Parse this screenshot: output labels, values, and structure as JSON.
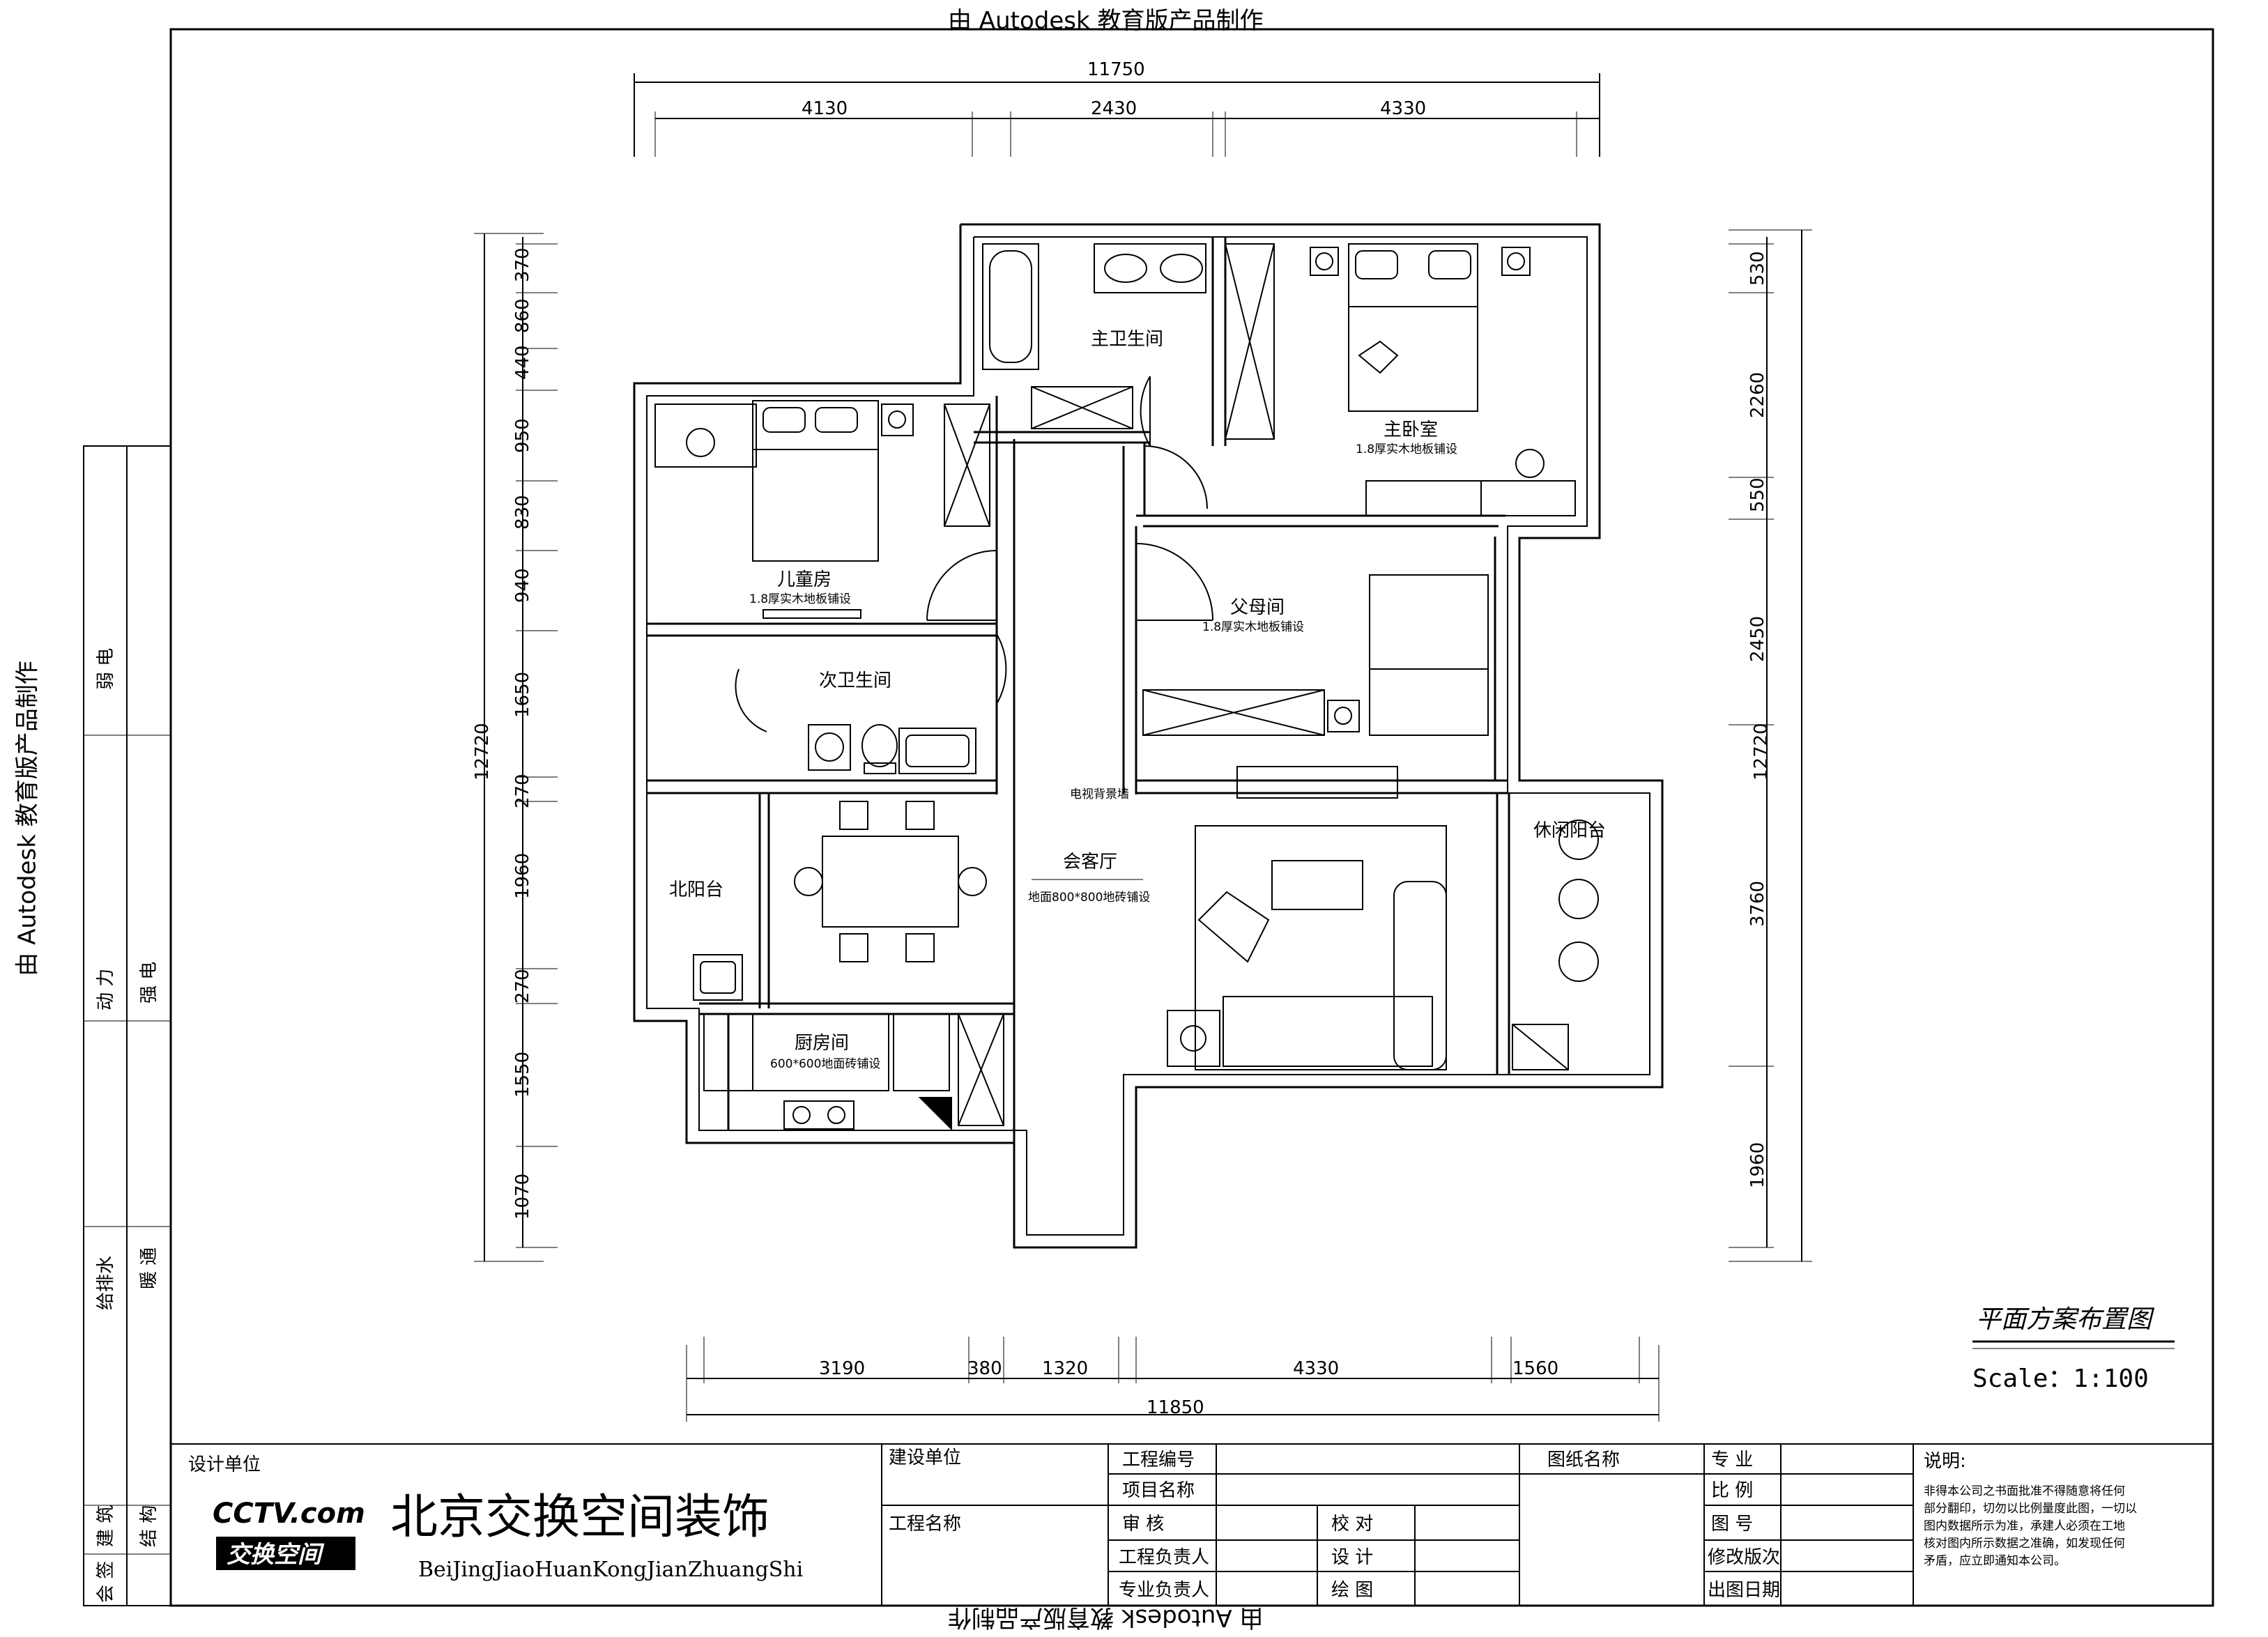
{
  "watermark": "由 Autodesk 教育版产品制作",
  "dimensions": {
    "top_total": "11750",
    "top": [
      "4130",
      "2430",
      "4330"
    ],
    "bottom_total": "11850",
    "bottom": [
      "3190",
      "380",
      "1320",
      "4330",
      "1560"
    ],
    "left_total": "12720",
    "left": [
      "370",
      "860",
      "440",
      "950",
      "830",
      "940",
      "1650",
      "270",
      "1960",
      "270",
      "1550",
      "1070"
    ],
    "right_total": "12720",
    "right": [
      "530",
      "2260",
      "550",
      "2450",
      "3760",
      "1960"
    ]
  },
  "rooms": {
    "master_bath": "主卫生间",
    "master_bed": "主卧室",
    "master_bed_floor": "1.8厚实木地板铺设",
    "kids_room": "儿童房",
    "kids_floor": "1.8厚实木地板铺设",
    "parents_room": "父母间",
    "parents_floor": "1.8厚实木地板铺设",
    "second_bath": "次卫生间",
    "tv_wall": "电视背景墙",
    "living": "会客厅",
    "living_floor": "地面800*800地砖铺设",
    "leisure_balcony": "休闲阳台",
    "north_balcony": "北阳台",
    "kitchen": "厨房间",
    "kitchen_floor": "600*600地面砖铺设"
  },
  "plan_title": "平面方案布置图",
  "scale": "Scale：1:100",
  "side_disciplines": [
    "弱 电",
    "动 力",
    "强 电",
    "给排水",
    "暖 通",
    "建 筑",
    "结 构",
    "会 签"
  ],
  "title_block": {
    "design_unit_label": "设计单位",
    "logo_text": "CCTV.com",
    "logo_sub": "交换空间",
    "company_cn": "北京交换空间装饰",
    "company_en": "BeiJingJiaoHuanKongJianZhuangShi",
    "construction_unit": "建设单位",
    "project_name": "工程名称",
    "project_no": "工程编号",
    "item_name": "项目名称",
    "review": "审 核",
    "check": "校 对",
    "engineer": "工程负责人",
    "design": "设 计",
    "specialist": "专业负责人",
    "draw": "绘 图",
    "drawing_name": "图纸名称",
    "specialty": "专 业",
    "ratio": "比 例",
    "drawing_no": "图 号",
    "revision": "修改版次",
    "issue_date": "出图日期",
    "notes_label": "说明:",
    "notes": [
      "非得本公司之书面批准不得随意将任何",
      "部分翻印，切勿以比例量度此图，一切以",
      "图内数据所示为准，承建人必须在工地",
      "核对图内所示数据之准确，如发现任何",
      "矛盾，应立即通知本公司。"
    ]
  }
}
